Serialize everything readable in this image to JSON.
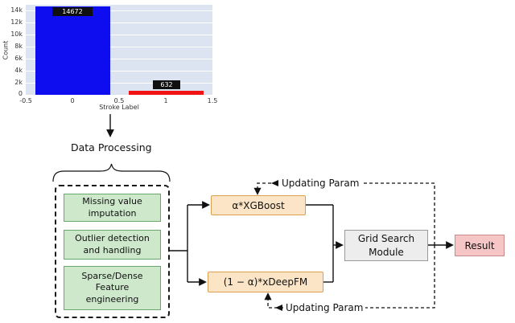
{
  "chart": {
    "ylabel": "Count",
    "xlabel": "Stroke Label",
    "y_ticks": [
      "14k",
      "12k",
      "10k",
      "8k",
      "6k",
      "4k",
      "2k",
      "0"
    ],
    "x_ticks": [
      "-0.5",
      "0",
      "0.5",
      "1",
      "1.5"
    ],
    "bar_labels": [
      "14672",
      "632"
    ],
    "bar_colors": [
      "#0d0df0",
      "#f01414"
    ],
    "plot_bg": "#dce4f2"
  },
  "chart_data": {
    "type": "bar",
    "title": "",
    "categories": [
      "0",
      "1"
    ],
    "values": [
      14672,
      632
    ],
    "xlabel": "Stroke Label",
    "ylabel": "Count",
    "xlim": [
      -0.5,
      1.5
    ],
    "ylim": [
      0,
      15000
    ],
    "series_colors": [
      "blue",
      "red"
    ],
    "grid": true,
    "legend": "none"
  },
  "flow": {
    "data_processing": "Data Processing",
    "steps": [
      "Missing value\nimputation",
      "Outlier detection\nand handling",
      "Sparse/Dense\nFeature\nengineering"
    ],
    "xgboost": "α*XGBoost",
    "xdeepfm": "(1 − α)*xDeepFM",
    "grid_search": "Grid Search\nModule",
    "result": "Result",
    "updating_param": "Updating Param"
  },
  "colors": {
    "step_fill": "#cde8cb",
    "step_border": "#6aa86a",
    "model_fill": "#fbe5c6",
    "model_border": "#dda04e",
    "grid_fill": "#ededed",
    "grid_border": "#9a9a9a",
    "result_fill": "#f6c5c5",
    "result_border": "#c98a8a"
  }
}
